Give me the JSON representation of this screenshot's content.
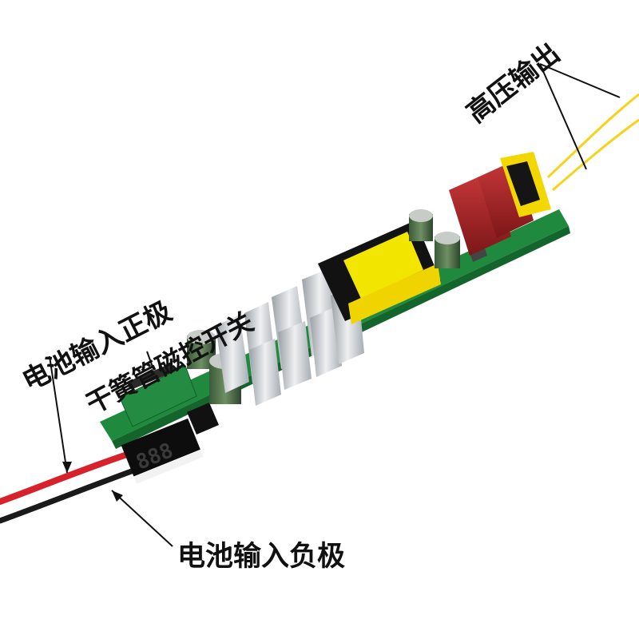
{
  "labels": {
    "hv_output": "高压输出",
    "battery_positive": "电池输入正极",
    "reed_switch": "干簧管磁控开关",
    "battery_negative": "电池输入负极"
  },
  "display": {
    "readout": "888"
  },
  "colors": {
    "background": "#ffffff",
    "pcb": "#1f8a3e",
    "heatsink": "#c9ccd0",
    "transformer": "#f2e600",
    "capacitor": "#b3262a",
    "wire_red": "#d8222b",
    "wire_black": "#1a1a1a",
    "wire_yellow": "#f5d31a"
  }
}
